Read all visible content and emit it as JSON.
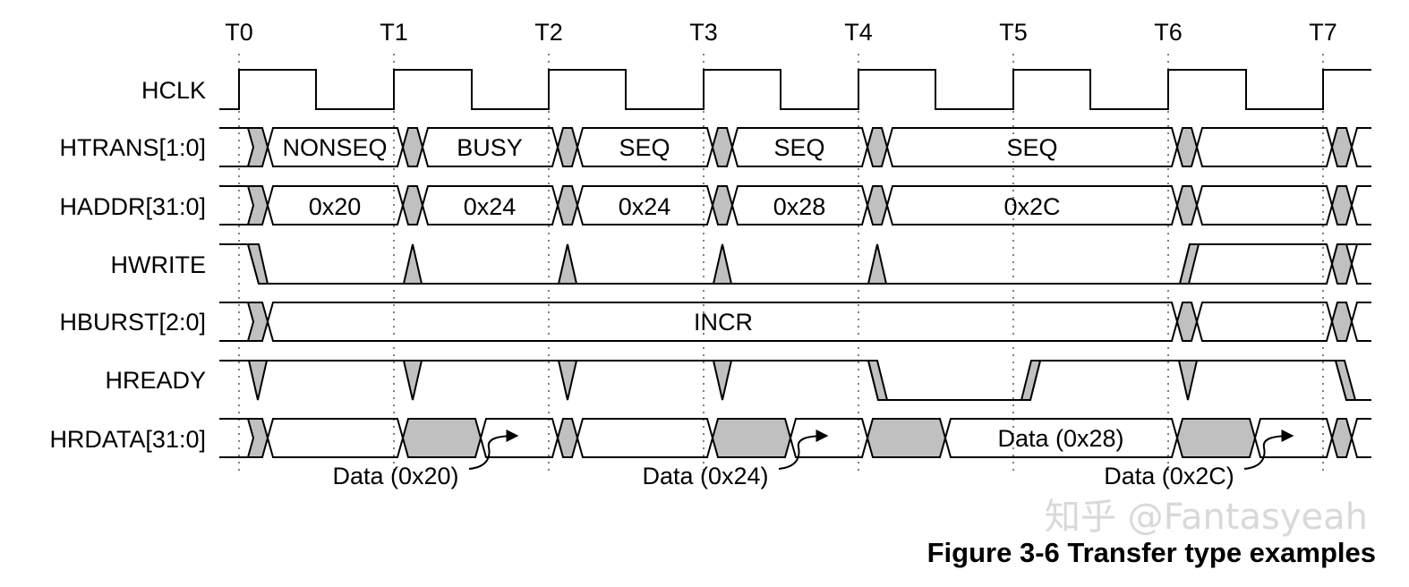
{
  "time_labels": [
    "T0",
    "T1",
    "T2",
    "T3",
    "T4",
    "T5",
    "T6",
    "T7"
  ],
  "signals": {
    "hclk": "HCLK",
    "htrans": "HTRANS[1:0]",
    "haddr": "HADDR[31:0]",
    "hwrite": "HWRITE",
    "hburst": "HBURST[2:0]",
    "hready": "HREADY",
    "hrdata": "HRDATA[31:0]"
  },
  "htrans_values": [
    "NONSEQ",
    "BUSY",
    "SEQ",
    "SEQ",
    "SEQ"
  ],
  "haddr_values": [
    "0x20",
    "0x24",
    "0x24",
    "0x28",
    "0x2C"
  ],
  "hburst_value": "INCR",
  "hrdata_inline": "Data (0x28)",
  "data_callouts": [
    "Data (0x20)",
    "Data (0x24)",
    "Data (0x2C)"
  ],
  "watermark": "知乎 @Fantasyeah",
  "caption": "Figure 3-6 Transfer type examples",
  "colors": {
    "fill_grey": "#c0c0c0",
    "line": "#000000",
    "watermark": "#d9d9d9"
  }
}
